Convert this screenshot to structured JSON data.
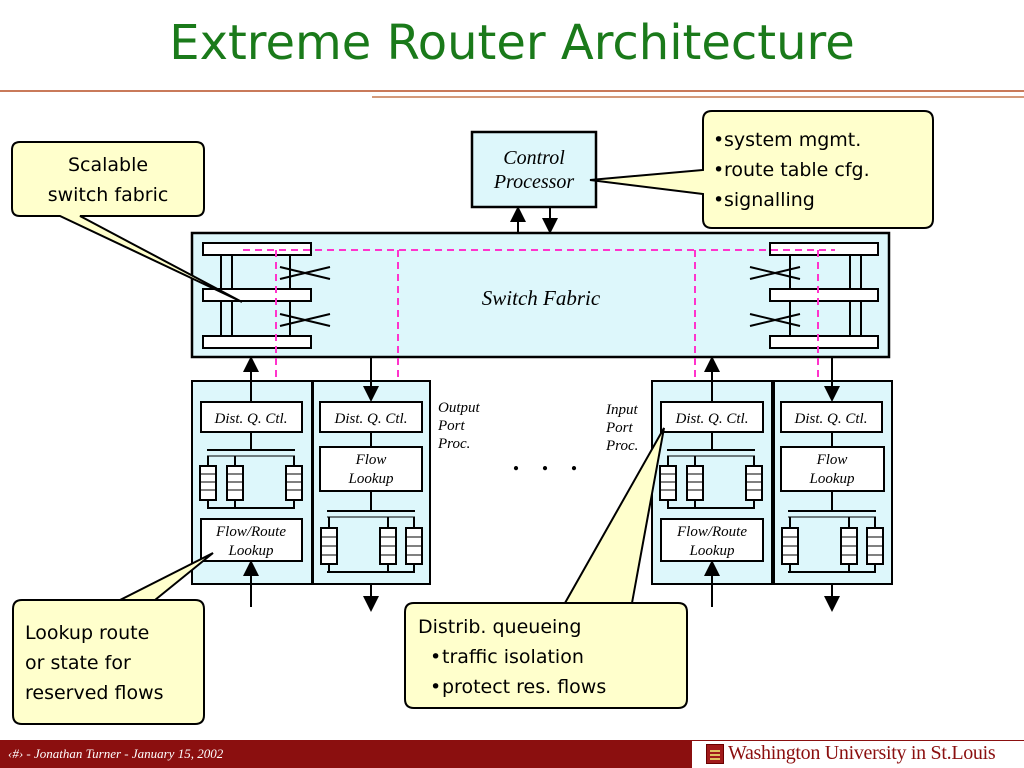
{
  "title": "Extreme Router Architecture",
  "control_processor": {
    "line1": "Control",
    "line2": "Processor"
  },
  "switch_fabric_label": "Switch Fabric",
  "callouts": {
    "scalable": {
      "line1": "Scalable",
      "line2": "switch fabric"
    },
    "control": {
      "items": [
        "system mgmt.",
        "route table cfg.",
        "signalling"
      ]
    },
    "lookup": {
      "line1": "Lookup route",
      "line2": "or state for",
      "line3": "reserved flows"
    },
    "distrib": {
      "heading": "Distrib. queueing",
      "items": [
        "traffic isolation",
        "protect res. flows"
      ]
    }
  },
  "port_labels": {
    "dist_q_ctl": "Dist. Q. Ctl.",
    "flow_route_1": "Flow/Route",
    "flow_route_2": "Lookup",
    "flow_1": "Flow",
    "flow_2": "Lookup"
  },
  "output_label": {
    "line1": "Output",
    "line2": "Port",
    "line3": "Proc."
  },
  "input_label": {
    "line1": "Input",
    "line2": "Port",
    "line3": "Proc."
  },
  "ellipsis": ". . .",
  "footer": {
    "text": "‹#› - Jonathan Turner - January 15, 2002",
    "logo_text": "Washington University in St.Louis"
  },
  "colors": {
    "title": "#1a7a1a",
    "box_fill": "#ddf7fb",
    "callout_fill": "#ffffcc",
    "dashed_line": "#ff33cc",
    "footer_bar": "#8b0f0f"
  }
}
